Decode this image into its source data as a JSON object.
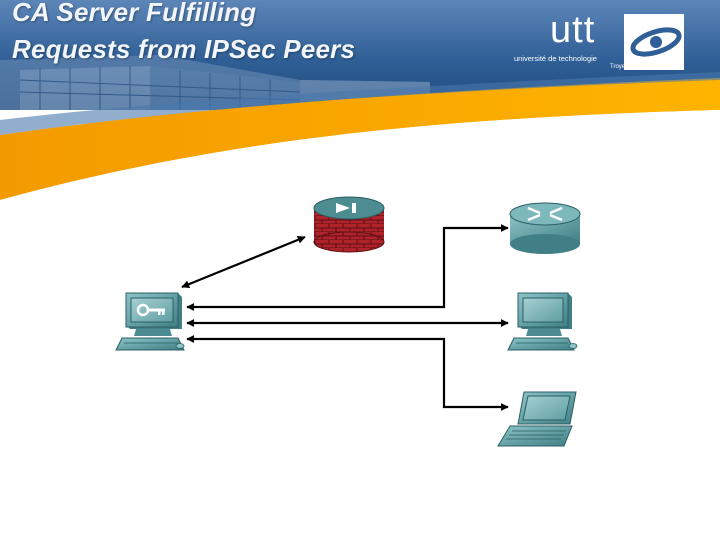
{
  "slide": {
    "title_line1": "CA Server Fulfilling",
    "title_line2": "Requests from IPSec Peers"
  },
  "logo": {
    "name": "utt",
    "subtitle": "université de technologie",
    "city": "Troyes"
  },
  "colors": {
    "banner_blue": "#2f5f96",
    "banner_orange": "#f5a400",
    "device_teal": "#5f9ea3",
    "firewall_brick": "#b0232a",
    "line": "#000000"
  },
  "diagram": {
    "nodes": [
      {
        "id": "ca-server",
        "icon": "pc-with-key-icon"
      },
      {
        "id": "firewall",
        "icon": "pix-firewall-icon"
      },
      {
        "id": "router",
        "icon": "router-icon"
      },
      {
        "id": "pc",
        "icon": "pc-icon"
      },
      {
        "id": "laptop",
        "icon": "laptop-icon"
      }
    ],
    "links": [
      {
        "from": "ca-server",
        "to": "firewall"
      },
      {
        "from": "ca-server",
        "to": "router"
      },
      {
        "from": "ca-server",
        "to": "pc"
      },
      {
        "from": "ca-server",
        "to": "laptop"
      }
    ]
  }
}
